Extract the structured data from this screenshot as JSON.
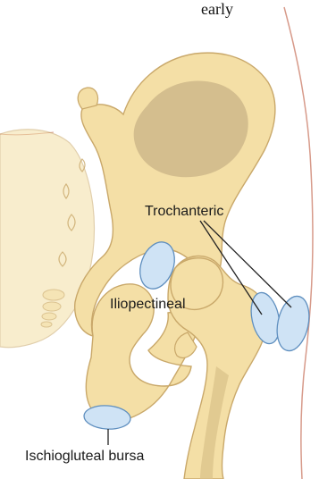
{
  "header_fragment": "early",
  "labels": {
    "trochanteric": "Trochanteric",
    "iliopectineal": "Iliopectineal",
    "ischiogluteal": "Ischiogluteal bursa"
  },
  "colors": {
    "bone_fill": "#f4dfa6",
    "bone_stroke": "#c9a86a",
    "bone_shadow": "#d9c089",
    "ilium_shadow": "#b9a27a",
    "skin_line": "#d79a8a",
    "bursa_fill": "#cfe3f5",
    "bursa_stroke": "#5f8fbf",
    "leader_line": "#222222"
  }
}
